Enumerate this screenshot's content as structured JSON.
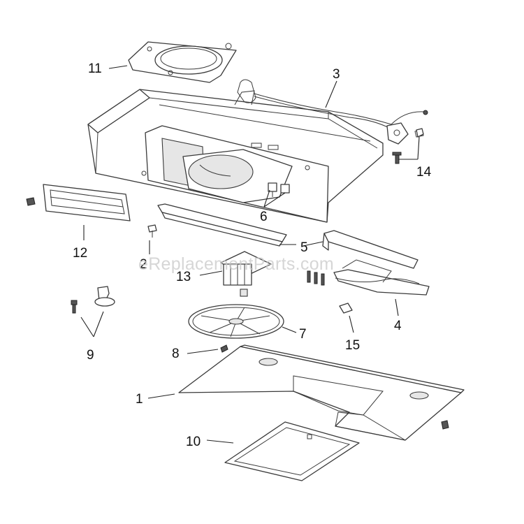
{
  "watermark": "eReplacementParts.com",
  "callouts": {
    "c1": "1",
    "c2": "2",
    "c3": "3",
    "c4": "4",
    "c5": "5",
    "c6": "6",
    "c7": "7",
    "c8": "8",
    "c9": "9",
    "c10": "10",
    "c11": "11",
    "c12": "12",
    "c13": "13",
    "c14": "14",
    "c15": "15"
  }
}
